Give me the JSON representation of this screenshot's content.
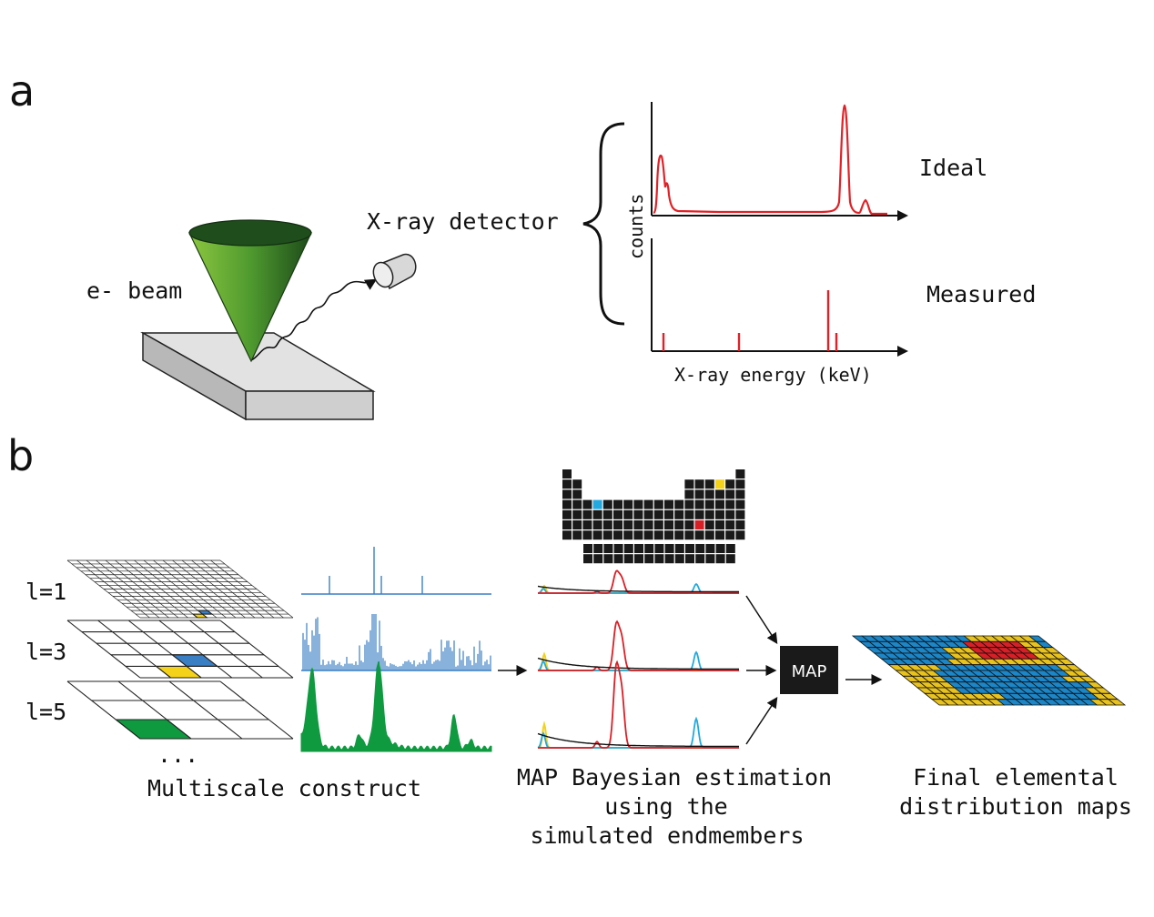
{
  "panels": {
    "a": "a",
    "b": "b"
  },
  "panel_a": {
    "beam_label": "e- beam",
    "detector_label": "X-ray detector",
    "counts_label": "counts",
    "ideal_label": "Ideal",
    "measured_label": "Measured",
    "energy_label": "X-ray energy (keV)"
  },
  "panel_b": {
    "levels": [
      "l=1",
      "l=3",
      "l=5"
    ],
    "ellipsis": "...",
    "multiscale_label": "Multiscale construct",
    "map_box_label": "MAP",
    "map_label_lines": [
      "MAP Bayesian estimation",
      "using the",
      "simulated endmembers"
    ],
    "final_label_lines": [
      "Final elemental",
      "distribution maps"
    ]
  },
  "colors": {
    "cone_dark": "#1f4d1c",
    "cone_light": "#7fbf3a",
    "ideal_red": "#e02228",
    "blue": "#3a7fc4",
    "green": "#0f9a40",
    "yellow": "#f4d21a",
    "cyan": "#22a9df",
    "map_blue": "#1b86c8",
    "map_yellow": "#e8c21d",
    "map_red": "#d91f26"
  }
}
